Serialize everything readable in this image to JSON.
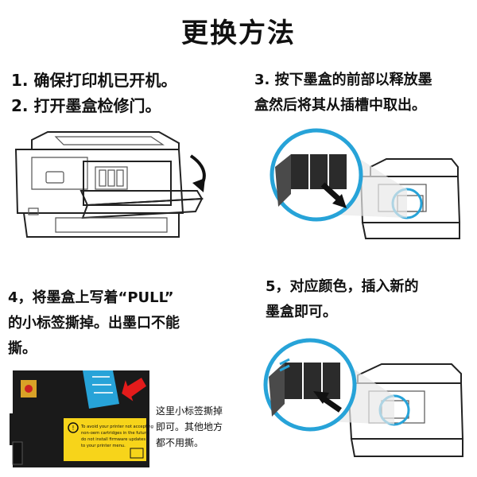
{
  "title": "更换方法",
  "steps": {
    "s1": "1. 确保打印机已开机。",
    "s2": "2. 打开墨盒检修门。",
    "s3_line1": "3. 按下墨盒的前部以释放墨",
    "s3_line2": "盒然后将其从插槽中取出。",
    "s4_line1": "4，将墨盒上写着“PULL”",
    "s4_line2": "的小标签撕掉。出墨口不能",
    "s4_line3": "撕。",
    "s5_line1": "5，对应颜色，插入新的",
    "s5_line2": "墨盒即可。"
  },
  "note": {
    "line1": "这里小标签撕掉",
    "line2": "即可。其他地方",
    "line3": "都不用撕。"
  },
  "cartridge_label": {
    "l1": "To avoid your printer not accepting",
    "l2": "non-oem cartridges in the future,",
    "l3": "do not install firmware updates",
    "l4": "to your printer menu."
  },
  "colors": {
    "accent_blue": "#27a3d8",
    "arrow_red": "#e31b1b",
    "cartridge_body": "#1a1a1a",
    "label_yellow": "#f7d41a"
  }
}
